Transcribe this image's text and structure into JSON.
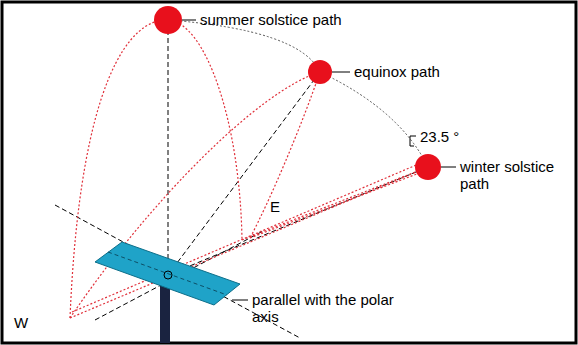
{
  "diagram": {
    "labels": [
      "summer solstice path",
      "equinox path",
      "23.5 °",
      "winter solstice path",
      "E",
      "W",
      "parallel with the polar axis"
    ]
  }
}
